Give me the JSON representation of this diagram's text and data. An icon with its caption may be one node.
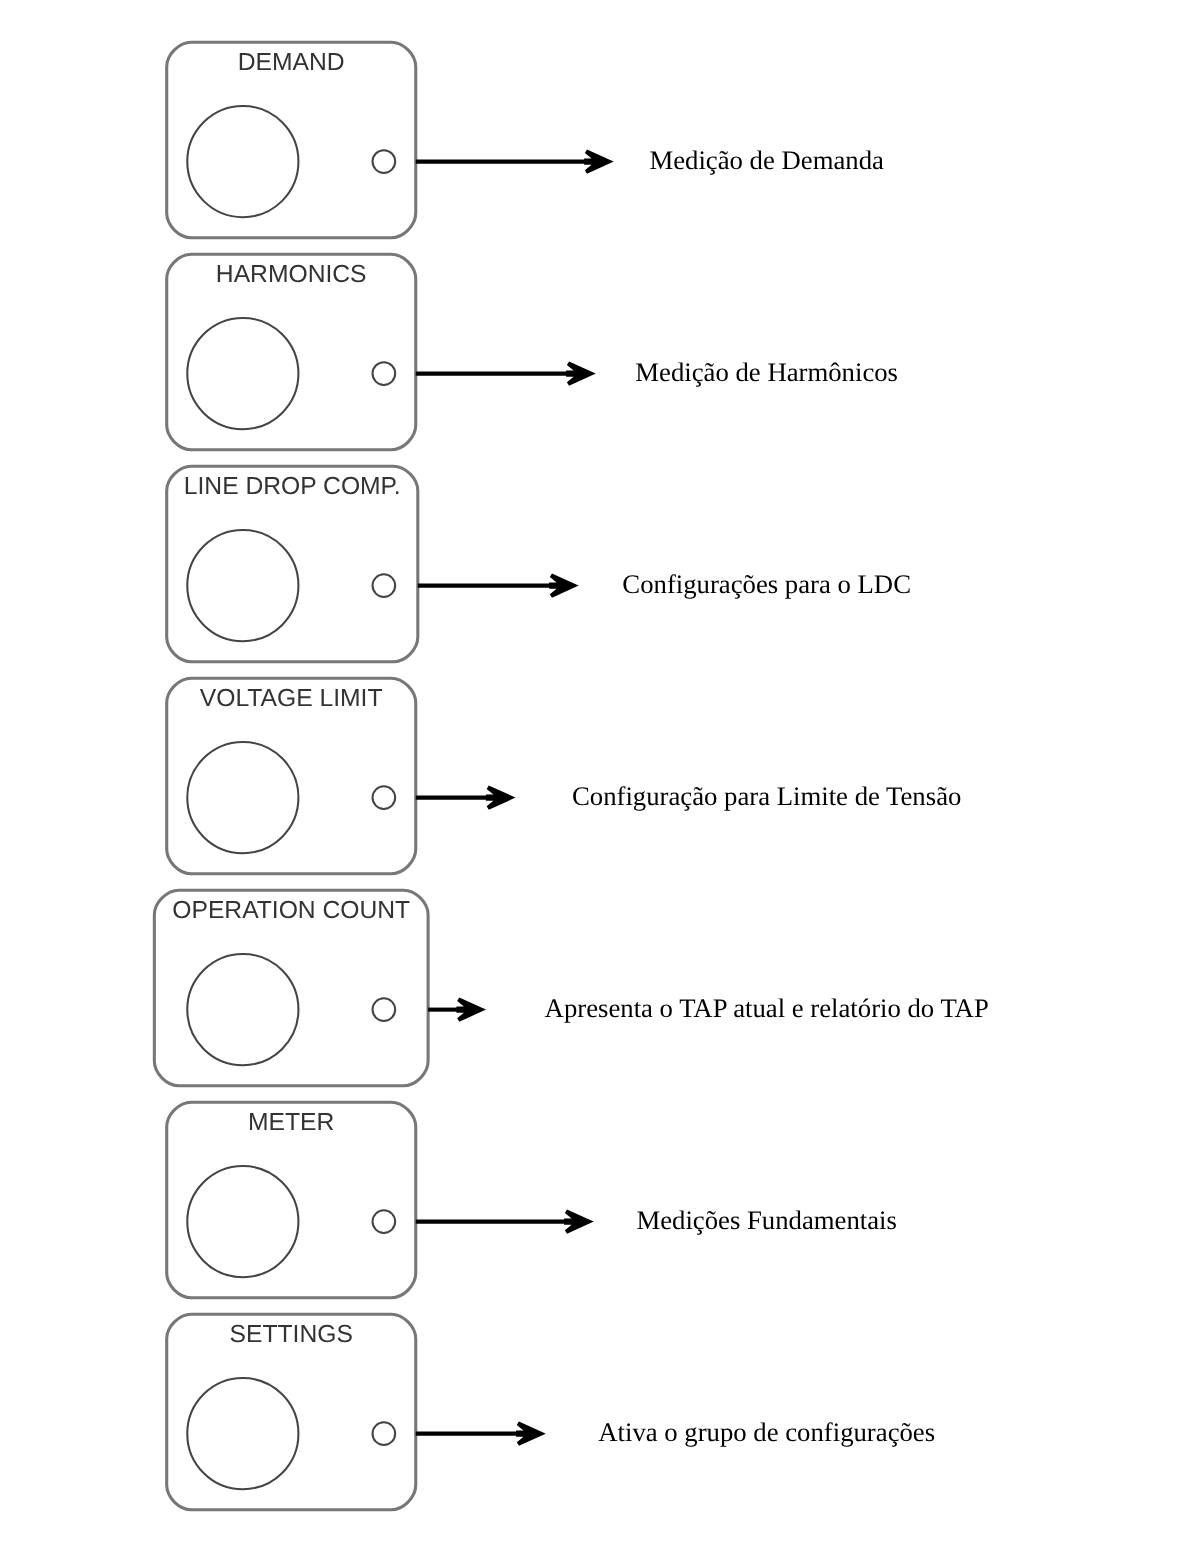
{
  "diagram": {
    "nodes": [
      {
        "text": [
          "SETTINGS"
        ]
      },
      {
        "text": [],
        "shape": "circle",
        "in": 0
      },
      {
        "text": [],
        "shape": "circle",
        "in": 0
      },
      {
        "text": [
          "Ativa o grupo de configurações"
        ]
      },
      {
        "text": [
          "METER"
        ]
      },
      {
        "text": [],
        "shape": "circle",
        "in": 4
      },
      {
        "text": [],
        "shape": "circle",
        "in": 4
      },
      {
        "text": [
          "Medições Fundamentais"
        ]
      },
      {
        "text": [
          "OPERATION COUNT"
        ]
      },
      {
        "text": [],
        "shape": "circle",
        "in": 8
      },
      {
        "text": [],
        "shape": "circle",
        "in": 8
      },
      {
        "text": [
          "Apresenta o TAP atual e relatório do TAP"
        ]
      },
      {
        "text": [
          "VOLTAGE LIMIT"
        ]
      },
      {
        "text": [],
        "shape": "circle",
        "in": 12
      },
      {
        "text": [],
        "shape": "circle",
        "in": 12
      },
      {
        "text": [
          "Configuração para Limite de Tensão"
        ]
      },
      {
        "text": [
          "LINE DROP COMP."
        ]
      },
      {
        "text": [],
        "shape": "circle",
        "in": 16
      },
      {
        "text": [],
        "shape": "circle",
        "in": 16
      },
      {
        "text": [
          "Configurações para o LDC"
        ]
      },
      {
        "text": [
          "HARMONICS"
        ]
      },
      {
        "text": [],
        "shape": "circle",
        "in": 20
      },
      {
        "text": [],
        "shape": "circle",
        "in": 20
      },
      {
        "text": [
          "Medição de Harmônicos"
        ]
      },
      {
        "text": [
          "DEMAND"
        ]
      },
      {
        "text": [],
        "shape": "circle",
        "in": 24
      },
      {
        "text": [],
        "shape": "circle",
        "in": 24
      },
      {
        "text": [
          "Medição de Demanda"
        ]
      }
    ],
    "edges": [
      {
        "from": 0,
        "to": 3,
        "arrow": "to"
      },
      {
        "from": 4,
        "to": 7,
        "arrow": "to"
      },
      {
        "from": 8,
        "to": 11,
        "arrow": "to"
      },
      {
        "from": 12,
        "to": 15,
        "arrow": "to"
      },
      {
        "from": 16,
        "to": 19,
        "arrow": "to"
      },
      {
        "from": 20,
        "to": 23,
        "arrow": "to"
      },
      {
        "from": 24,
        "to": 27,
        "arrow": "to"
      }
    ]
  }
}
